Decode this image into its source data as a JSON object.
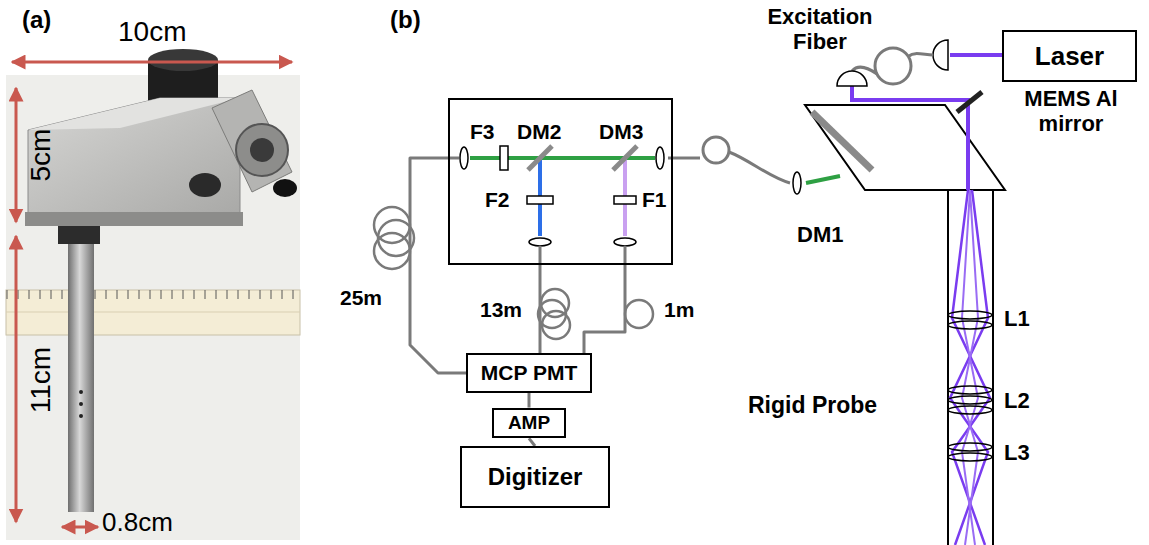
{
  "diagram": {
    "nodes": [
      {
        "text": [
          "F3",
          "DM2",
          "DM3",
          "F2",
          "F1"
        ]
      },
      {
        "text": [
          "Laser"
        ]
      },
      {
        "text": [
          "MCP PMT"
        ]
      },
      {
        "text": [
          "AMP"
        ]
      },
      {
        "text": [
          "Digitizer"
        ]
      }
    ],
    "edges": [
      {
        "from": 0,
        "to": 2,
        "arrow": "none",
        "label": "25m"
      },
      {
        "from": 0,
        "to": 2,
        "arrow": "none",
        "label": "13m"
      },
      {
        "from": 0,
        "to": 2,
        "arrow": "none",
        "label": "1m"
      },
      {
        "from": 2,
        "to": 3,
        "arrow": "none"
      },
      {
        "from": 3,
        "to": 4,
        "arrow": "none"
      }
    ],
    "labels": [
      "(a)",
      "10cm",
      "5cm",
      "11cm",
      "0.8cm",
      "(b)",
      "Excitation Fiber",
      "DM1",
      "MEMS Al mirror",
      "Rigid Probe",
      "L1",
      "L2",
      "L3"
    ]
  }
}
